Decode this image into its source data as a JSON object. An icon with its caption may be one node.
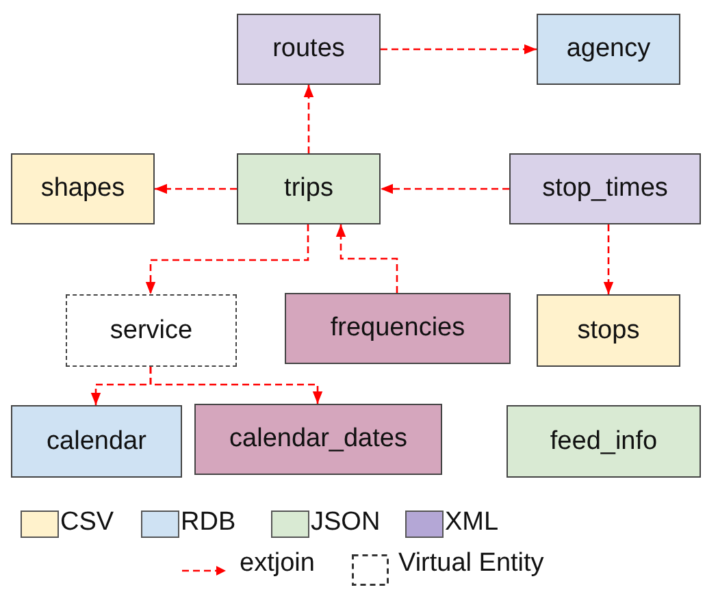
{
  "diagram": {
    "nodes": [
      {
        "text": [
          "routes"
        ]
      },
      {
        "text": [
          "agency"
        ]
      },
      {
        "text": [
          "shapes"
        ]
      },
      {
        "text": [
          "trips"
        ]
      },
      {
        "text": [
          "stop_times"
        ]
      },
      {
        "text": [
          "service"
        ]
      },
      {
        "text": [
          "frequencies"
        ]
      },
      {
        "text": [
          "stops"
        ]
      },
      {
        "text": [
          "calendar"
        ]
      },
      {
        "text": [
          "calendar_dates"
        ]
      },
      {
        "text": [
          "feed_info"
        ]
      }
    ],
    "edges": [
      {
        "from": 0,
        "to": 1,
        "arrow": "to"
      },
      {
        "from": 3,
        "to": 0,
        "arrow": "to"
      },
      {
        "from": 3,
        "to": 2,
        "arrow": "to"
      },
      {
        "from": 4,
        "to": 3,
        "arrow": "to"
      },
      {
        "from": 3,
        "to": 5,
        "arrow": "to"
      },
      {
        "from": 6,
        "to": 3,
        "arrow": "to"
      },
      {
        "from": 4,
        "to": 7,
        "arrow": "to"
      },
      {
        "from": 5,
        "to": 8,
        "arrow": "to"
      },
      {
        "from": 5,
        "to": 9,
        "arrow": "to"
      }
    ],
    "legend": [
      {
        "text": "CSV",
        "color": "#fff2cc"
      },
      {
        "text": "RDB",
        "color": "#cfe2f3"
      },
      {
        "text": "JSON",
        "color": "#d9ead3"
      },
      {
        "text": "XML",
        "color": "#b4a7d6"
      },
      {
        "text": "extjoin"
      },
      {
        "text": "Virtual Entity"
      }
    ]
  }
}
